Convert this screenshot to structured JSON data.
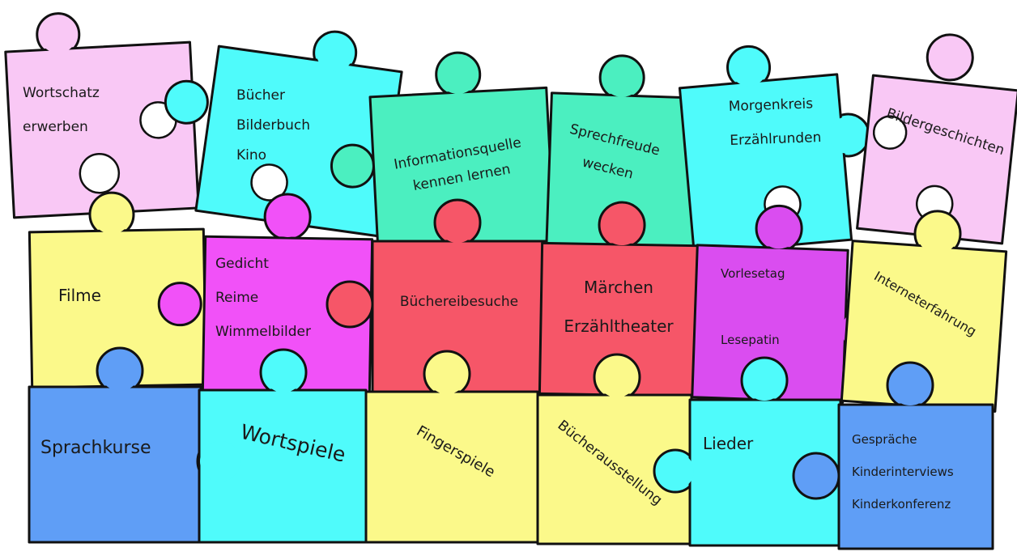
{
  "colors": {
    "pink": "#F9C8F5",
    "cyan": "#4FFBFB",
    "mint": "#4BEFC0",
    "yellow": "#FBF98A",
    "magenta": "#F151F8",
    "red": "#F65668",
    "purple": "#DA4DF0",
    "blue": "#5F9EF6",
    "outline": "#111111"
  },
  "pieces": {
    "wortschatz": {
      "lines": [
        "Wortschatz",
        "erwerben"
      ]
    },
    "buecher": {
      "lines": [
        "Bücher",
        "Bilderbuch",
        "Kino"
      ]
    },
    "informationsquelle": {
      "lines": [
        "Informationsquelle",
        "kennen lernen"
      ]
    },
    "sprechfreude": {
      "lines": [
        "Sprechfreude",
        "wecken"
      ]
    },
    "morgenkreis": {
      "lines": [
        "Morgenkreis",
        "Erzählrunden"
      ]
    },
    "bildergeschichten": {
      "lines": [
        "Bildergeschichten"
      ]
    },
    "filme": {
      "lines": [
        "Filme"
      ]
    },
    "gedicht": {
      "lines": [
        "Gedicht",
        "Reime",
        "Wimmelbilder"
      ]
    },
    "buechereibesuche": {
      "lines": [
        "Büchereibesuche"
      ]
    },
    "maerchen": {
      "lines": [
        "Märchen",
        "Erzähltheater"
      ]
    },
    "vorlesetag": {
      "lines": [
        "Vorlesetag",
        "Lesepatin"
      ]
    },
    "interneterfahrung": {
      "lines": [
        "Interneterfahrung"
      ]
    },
    "sprachkurse": {
      "lines": [
        "Sprachkurse"
      ]
    },
    "wortspiele": {
      "lines": [
        "Wortspiele"
      ]
    },
    "fingerspiele": {
      "lines": [
        "Fingerspiele"
      ]
    },
    "buecherausstellung": {
      "lines": [
        "Bücherausstellung"
      ]
    },
    "lieder": {
      "lines": [
        "Lieder"
      ]
    },
    "gespraeche": {
      "lines": [
        "Gespräche",
        "Kinderinterviews",
        "Kinderkonferenz"
      ]
    }
  }
}
